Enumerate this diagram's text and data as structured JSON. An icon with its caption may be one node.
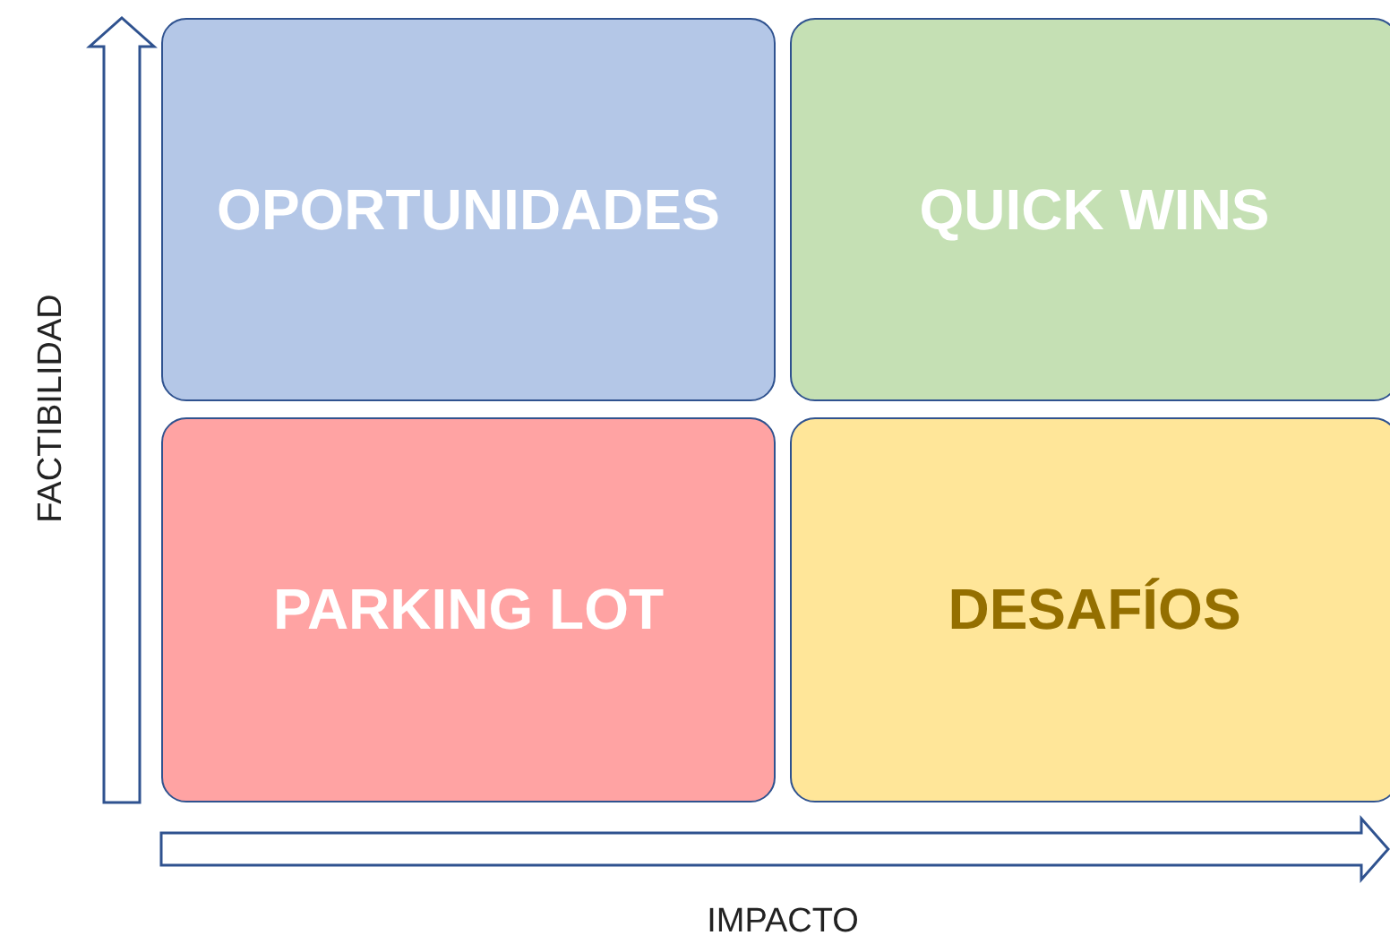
{
  "diagram": {
    "nodes": [
      {
        "text": [
          "OPORTUNIDADES"
        ]
      },
      {
        "text": [
          "QUICK WINS"
        ]
      },
      {
        "text": [
          "PARKING LOT"
        ]
      },
      {
        "text": [
          "DESAFÍOS"
        ]
      }
    ],
    "labels": [
      "FACTIBILIDAD",
      "IMPACTO"
    ]
  }
}
